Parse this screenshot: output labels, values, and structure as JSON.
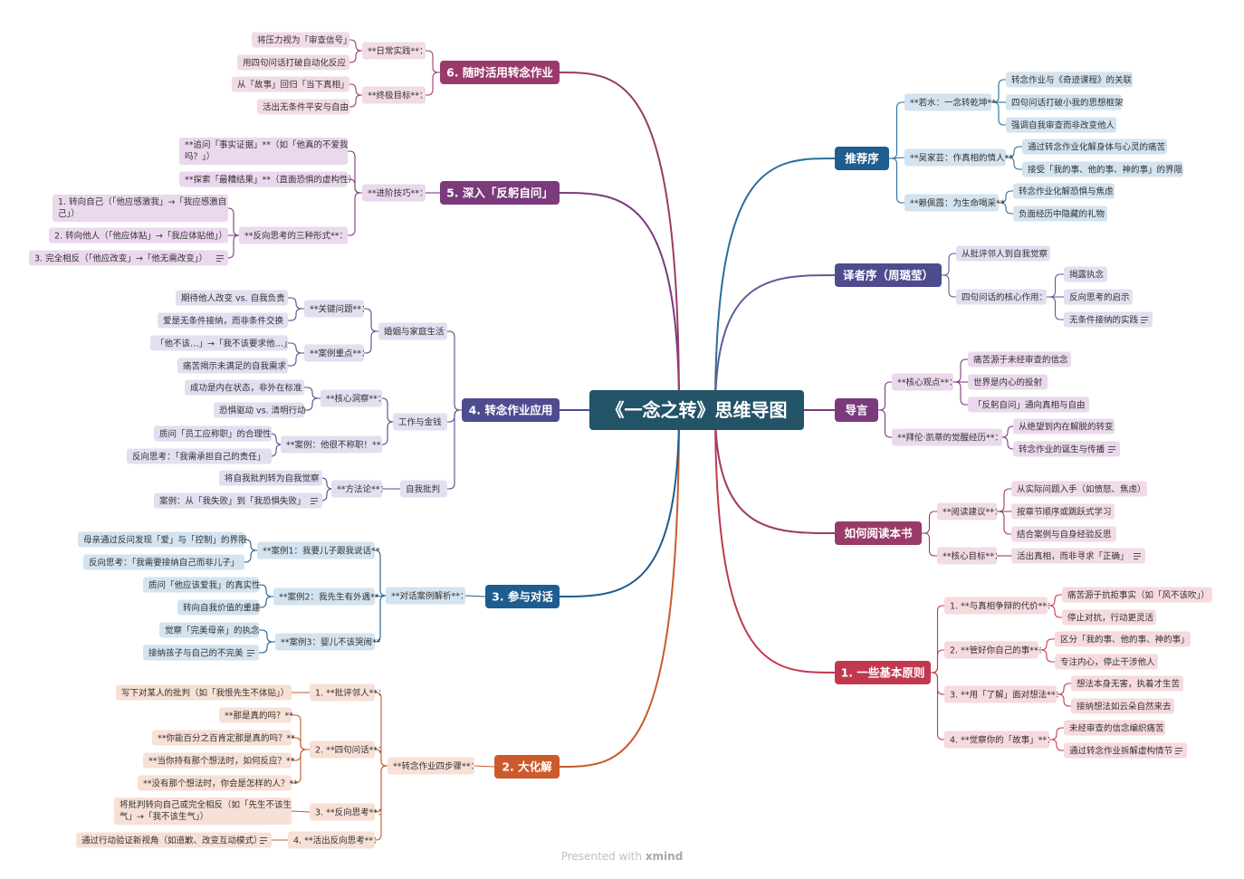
{
  "root": {
    "label": "《一念之转》思维导图",
    "color": "#235367"
  },
  "branches": {
    "tuijianxu": {
      "label": "推荐序",
      "color": "#1f5d8e",
      "light": "#d3e3ef",
      "line": "#2a6f9a"
    },
    "yizhexu": {
      "label": "译者序（周璐莹）",
      "color": "#4e4c8f",
      "light": "#e1dff0",
      "line": "#5e5a9a"
    },
    "daoyan": {
      "label": "导言",
      "color": "#7b3a7c",
      "light": "#ead8ec",
      "line": "#7b3a7c"
    },
    "ruheyuedu": {
      "label": "如何阅读本书",
      "color": "#9a3a6a",
      "light": "#f1dbe6",
      "line": "#9a3a6a"
    },
    "jibenyuanze": {
      "label": "1. 一些基本原则",
      "color": "#c0394f",
      "light": "#f6dadd",
      "line": "#c0394f"
    },
    "dahuajie": {
      "label": "2. 大化解",
      "color": "#cb5a2c",
      "light": "#f7e0d5",
      "line": "#cb5a2c"
    },
    "canyuduihua": {
      "label": "3. 参与对话",
      "color": "#1f5d8e",
      "light": "#d3e3ef",
      "line": "#1f5d8e"
    },
    "zhuanniany": {
      "label": "4. 转念作业应用",
      "color": "#4e4c8f",
      "light": "#e1dff0",
      "line": "#4e4c8f"
    },
    "shenru": {
      "label": "5. 深入「反躬自问」",
      "color": "#7b3a7c",
      "light": "#ead8ec",
      "line": "#7b3a7c"
    },
    "suishi": {
      "label": "6. 随时活用转念作业",
      "color": "#9a3a6a",
      "light": "#f1dbe6",
      "line": "#9a3a6a"
    }
  },
  "nodes": {
    "tj_ruoshui": "**若水：一念转乾坤**",
    "tj_rs_1": "转念作业与《奇迹课程》的关联",
    "tj_rs_2": "四句问话打破小我的思想框架",
    "tj_rs_3": "强调自我审查而非改变他人",
    "tj_wu": "**吴家芸：作真相的情人**",
    "tj_wu_1": "通过转念作业化解身体与心灵的痛苦",
    "tj_wu_2": "接受「我的事、他的事、神的事」的界限",
    "tj_lai": "**赖佩霞：为生命喝采**",
    "tj_lai_1": "转念作业化解恐惧与焦虑",
    "tj_lai_2": "负面经历中隐藏的礼物",
    "yz_1": "从批评邻人到自我觉察",
    "yz_2": "四句问话的核心作用：",
    "yz_2_1": "揭露执念",
    "yz_2_2": "反向思考的启示",
    "yz_2_3": "无条件接纳的实践",
    "dy_hexin": "**核心观点**：",
    "dy_hx_1": "痛苦源于未经审查的信念",
    "dy_hx_2": "世界是内心的投射",
    "dy_hx_3": "「反躬自问」通向真相与自由",
    "dy_bailun": "**拜伦·凯蒂的觉醒经历**：",
    "dy_bl_1": "从绝望到内在解脱的转变",
    "dy_bl_2": "转念作业的诞生与传播",
    "rh_jianyi": "**阅读建议**：",
    "rh_jy_1": "从实际问题入手（如愤怒、焦虑）",
    "rh_jy_2": "按章节顺序或跳跃式学习",
    "rh_jy_3": "结合案例与自身经验反思",
    "rh_mubiao": "**核心目标**：",
    "rh_mb_1": "活出真相，而非寻求「正确」",
    "jb_1": "1. **与真相争辩的代价**：",
    "jb_1_1": "痛苦源于抗拒事实（如「风不该吹」）",
    "jb_1_2": "停止对抗，行动更灵活",
    "jb_2": "2. **管好你自己的事**：",
    "jb_2_1": "区分「我的事、他的事、神的事」",
    "jb_2_2": "专注内心，停止干涉他人",
    "jb_3": "3. **用「了解」面对想法**：",
    "jb_3_1": "想法本身无害，执着才生苦",
    "jb_3_2": "接纳想法如云朵自然来去",
    "jb_4": "4. **觉察你的「故事」**：",
    "jb_4_1": "未经审查的信念编织痛苦",
    "jb_4_2": "通过转念作业拆解虚构情节",
    "dh_sibu": "**转念作业四步骤**：",
    "dh_1": "1. **批评邻人**：",
    "dh_1_1": "写下对某人的批判（如「我恨先生不体贴」）",
    "dh_2": "2. **四句问话**：",
    "dh_2_1": "**那是真的吗？**",
    "dh_2_2": "**你能百分之百肯定那是真的吗？**",
    "dh_2_3": "**当你持有那个想法时，如何反应？**",
    "dh_2_4": "**没有那个想法时，你会是怎样的人？**",
    "dh_3": "3. **反向思考**：",
    "dh_3_1a": "将批判转向自己或完全相反（如「先生不该生",
    "dh_3_1b": "气」→「我不该生气」）",
    "dh_4": "4. **活出反向思考**：",
    "dh_4_1": "通过行动验证新视角（如道歉、改变互动模式）",
    "cy_jiexi": "**对话案例解析**：",
    "cy_1": "**案例1：我要儿子跟我说话**",
    "cy_1_1": "母亲通过反问发现「爱」与「控制」的界限",
    "cy_1_2": "反向思考：「我需要接纳自己而非儿子」",
    "cy_2": "**案例2：我先生有外遇**",
    "cy_2_1": "质问「他应该爱我」的真实性",
    "cy_2_2": "转向自我价值的重建",
    "cy_3": "**案例3：婴儿不该哭闹**",
    "cy_3_1": "觉察「完美母亲」的执念",
    "cy_3_2": "接纳孩子与自己的不完美",
    "zn_hunyin": "婚姻与家庭生活",
    "zn_guanjian": "**关键问题**：",
    "zn_gj_1": "期待他人改变 vs. 自我负责",
    "zn_gj_2": "爱是无条件接纳，而非条件交换",
    "zn_anli": "**案例重点**：",
    "zn_al_1": "「他不该…」→「我不该要求他…」",
    "zn_al_2": "痛苦揭示未满足的自我需求",
    "zn_gongzuo": "工作与金钱",
    "zn_hexin": "**核心洞察**：",
    "zn_hx_1": "成功是内在状态，非外在标准",
    "zn_hx_2": "恐惧驱动 vs. 清明行动",
    "zn_anli2": "**案例：他很不称职！**",
    "zn_al2_1": "质问「员工应称职」的合理性",
    "zn_al2_2": "反向思考：「我需承担自己的责任」",
    "zn_ziwo": "自我批判",
    "zn_fangfa": "**方法论**：",
    "zn_ff_1": "将自我批判转为自我觉察",
    "zn_ff_2": "案例：从「我失败」到「我恐惧失败」",
    "sr_jinjie": "**进阶技巧**：",
    "sr_1a": "**追问「事实证据」**（如「他真的不爱我",
    "sr_1b": "吗？」）",
    "sr_2": "**探索「最糟结果」**（直面恐惧的虚构性）",
    "sr_fanxiang": "**反向思考的三种形式**：",
    "sr_fx_1a": "1. 转向自己（「他应感激我」→「我应感激自",
    "sr_fx_1b": "己」）",
    "sr_fx_2": "2. 转向他人（「他应体贴」→「我应体贴他」）",
    "sr_fx_3": "3. 完全相反（「他应改变」→「他无需改变」）",
    "ss_richang": "**日常实践**：",
    "ss_rc_1": "将压力视为「审查信号」",
    "ss_rc_2": "用四句问话打破自动化反应",
    "ss_zhongji": "**终极目标**：",
    "ss_zj_1": "从「故事」回归「当下真相」",
    "ss_zj_2": "活出无条件平安与自由"
  },
  "note_icon": "notes-icon",
  "footer": {
    "prefix": "Presented with",
    "brand": "xmind"
  }
}
